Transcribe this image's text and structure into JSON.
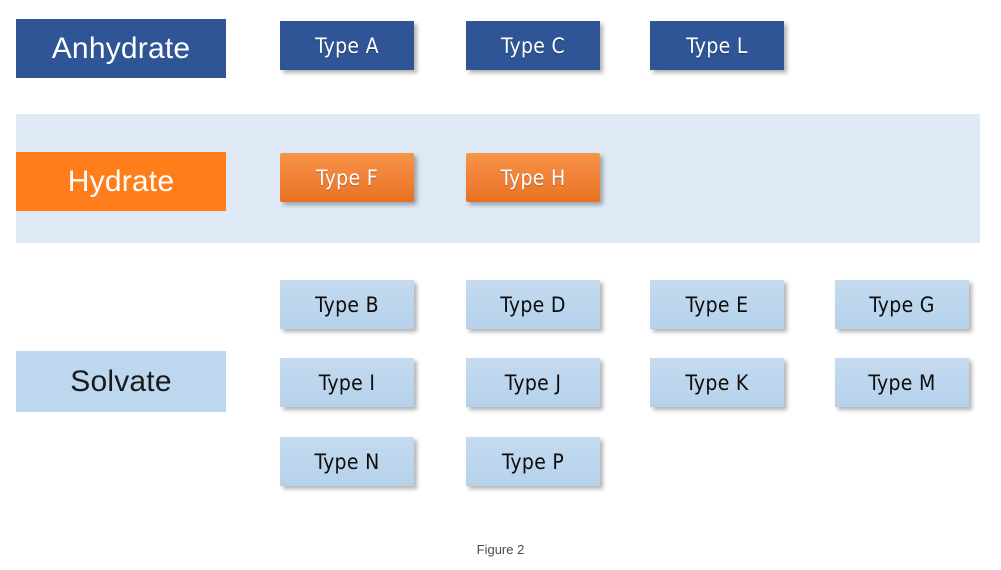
{
  "figure": {
    "caption": "Figure 2",
    "colors": {
      "anhydrate_fill": "#2F5597",
      "hydrate_fill": "#FF7D1A",
      "hydrate_box_gradient_top": "#F79646",
      "hydrate_box_gradient_bottom": "#E8701F",
      "solvate_fill": "#BDD7EE",
      "band_fill": "#DEE9F5",
      "page_background": "#FFFFFF",
      "anhydrate_text": "#FFFFFF",
      "hydrate_text": "#FFFFFF",
      "solvate_text": "#0D0D0D"
    }
  },
  "categories": {
    "anhydrate": {
      "label": "Anhydrate"
    },
    "hydrate": {
      "label": "Hydrate"
    },
    "solvate": {
      "label": "Solvate"
    }
  },
  "rows": {
    "anhydrate": {
      "label": "Anhydrate",
      "boxes": [
        {
          "label": "Type A",
          "column": 1
        },
        {
          "label": "Type C",
          "column": 2
        },
        {
          "label": "Type L",
          "column": 3
        }
      ]
    },
    "hydrate": {
      "label": "Hydrate",
      "boxes": [
        {
          "label": "Type F",
          "column": 1
        },
        {
          "label": "Type H",
          "column": 2
        }
      ]
    },
    "solvate": {
      "label": "Solvate",
      "line1": [
        {
          "label": "Type B",
          "column": 1
        },
        {
          "label": "Type D",
          "column": 2
        },
        {
          "label": "Type E",
          "column": 3
        },
        {
          "label": "Type G",
          "column": 4
        }
      ],
      "line2": [
        {
          "label": "Type I",
          "column": 1
        },
        {
          "label": "Type J",
          "column": 2
        },
        {
          "label": "Type K",
          "column": 3
        },
        {
          "label": "Type M",
          "column": 4
        }
      ],
      "line3": [
        {
          "label": "Type N",
          "column": 1
        },
        {
          "label": "Type P",
          "column": 2
        }
      ]
    }
  }
}
